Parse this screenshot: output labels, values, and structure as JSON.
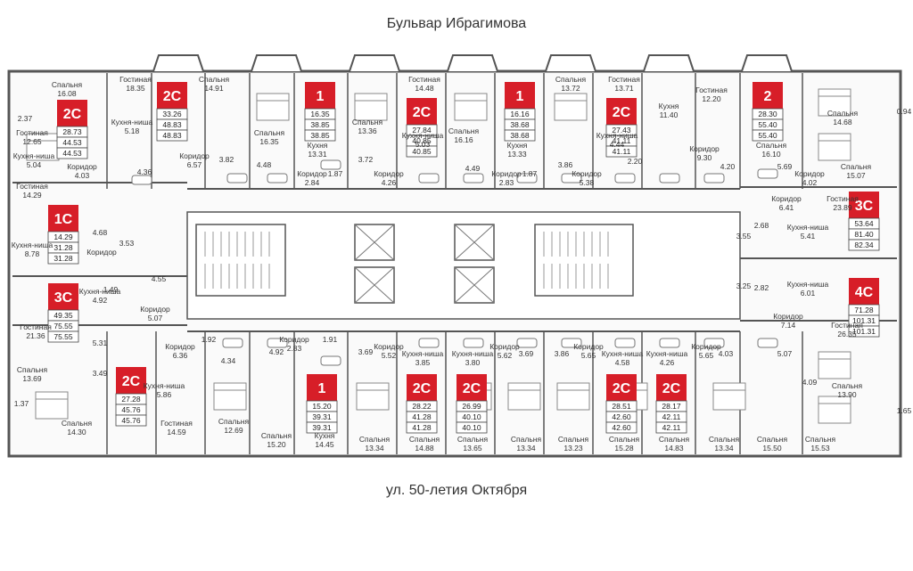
{
  "streets": {
    "top": "Бульвар Ибрагимова",
    "bottom": "ул. 50-летия Октября"
  },
  "colors": {
    "accent": "#d71e28",
    "wall": "#555555",
    "room_fill": "#f3f3f3"
  },
  "apartments": [
    {
      "type": "2С",
      "areas": [
        "28.73",
        "44.53",
        "44.53"
      ]
    },
    {
      "type": "2С",
      "areas": [
        "33.26",
        "48.83",
        "48.83"
      ]
    },
    {
      "type": "1",
      "areas": [
        "16.35",
        "38.85",
        "38.85"
      ]
    },
    {
      "type": "2С",
      "areas": [
        "27.84",
        "40.85",
        "40.85"
      ]
    },
    {
      "type": "1",
      "areas": [
        "16.16",
        "38.68",
        "38.68"
      ]
    },
    {
      "type": "2С",
      "areas": [
        "27.43",
        "41.11",
        "41.11"
      ]
    },
    {
      "type": "2",
      "areas": [
        "28.30",
        "55.40",
        "55.40"
      ]
    },
    {
      "type": "1С",
      "areas": [
        "14.29",
        "31.28",
        "31.28"
      ]
    },
    {
      "type": "3С",
      "areas": [
        "53.64",
        "81.40",
        "82.34"
      ]
    },
    {
      "type": "3С",
      "areas": [
        "49.35",
        "75.55",
        "75.55"
      ]
    },
    {
      "type": "4С",
      "areas": [
        "71.28",
        "101.31",
        "101.31"
      ]
    },
    {
      "type": "2С",
      "areas": [
        "27.28",
        "45.76",
        "45.76"
      ]
    },
    {
      "type": "1",
      "areas": [
        "15.20",
        "39.31",
        "39.31"
      ]
    },
    {
      "type": "2С",
      "areas": [
        "28.22",
        "41.28",
        "41.28"
      ]
    },
    {
      "type": "2С",
      "areas": [
        "26.99",
        "40.10",
        "40.10"
      ]
    },
    {
      "type": "2С",
      "areas": [
        "28.51",
        "42.60",
        "42.60"
      ]
    },
    {
      "type": "2С",
      "areas": [
        "28.17",
        "42.11",
        "42.11"
      ]
    }
  ],
  "rooms": [
    {
      "name": "Спальня",
      "area": "16.08"
    },
    {
      "name": "Гостиная",
      "area": "18.35"
    },
    {
      "name": "Спальня",
      "area": "14.91"
    },
    {
      "name": "Гостиная",
      "area": "14.48"
    },
    {
      "name": "Спальня",
      "area": "13.72"
    },
    {
      "name": "Гостиная",
      "area": "13.71"
    },
    {
      "name": "Гостиная",
      "area": "12.20"
    },
    {
      "name": "Кухня",
      "area": "11.40"
    },
    {
      "name": "Спальня",
      "area": "14.68"
    },
    {
      "name": "",
      "area": "2.37"
    },
    {
      "name": "Гостиная",
      "area": "12.65"
    },
    {
      "name": "Кухня-ниша",
      "area": "5.04"
    },
    {
      "name": "Кухня-ниша",
      "area": "5.18"
    },
    {
      "name": "Спальня",
      "area": "16.35"
    },
    {
      "name": "Спальня",
      "area": "13.36"
    },
    {
      "name": "Спальня",
      "area": "16.16"
    },
    {
      "name": "Кухня",
      "area": "13.31"
    },
    {
      "name": "Кухня",
      "area": "13.33"
    },
    {
      "name": "Кухня-ниша",
      "area": "5.03"
    },
    {
      "name": "Кухня-ниша",
      "area": "4.44"
    },
    {
      "name": "Спальня",
      "area": "16.10"
    },
    {
      "name": "",
      "area": "0.94"
    },
    {
      "name": "Коридор",
      "area": "4.03"
    },
    {
      "name": "",
      "area": "4.36"
    },
    {
      "name": "Коридор",
      "area": "6.57"
    },
    {
      "name": "",
      "area": "3.82"
    },
    {
      "name": "",
      "area": "4.48"
    },
    {
      "name": "Коридор",
      "area": "2.84"
    },
    {
      "name": "",
      "area": "1.87"
    },
    {
      "name": "",
      "area": "3.72"
    },
    {
      "name": "Коридор",
      "area": "4.26"
    },
    {
      "name": "",
      "area": "4.49"
    },
    {
      "name": "Коридор",
      "area": "2.83"
    },
    {
      "name": "",
      "area": "1.87"
    },
    {
      "name": "",
      "area": "3.86"
    },
    {
      "name": "Коридор",
      "area": "5.38"
    },
    {
      "name": "",
      "area": "2.20"
    },
    {
      "name": "Коридор",
      "area": "9.30"
    },
    {
      "name": "",
      "area": "4.20"
    },
    {
      "name": "",
      "area": "5.69"
    },
    {
      "name": "Коридор",
      "area": "4.02"
    },
    {
      "name": "Спальня",
      "area": "15.07"
    },
    {
      "name": "Гостиная",
      "area": "14.29"
    },
    {
      "name": "Гостиная",
      "area": "23.89"
    },
    {
      "name": "Кухня-ниша",
      "area": "8.78"
    },
    {
      "name": "",
      "area": "4.68"
    },
    {
      "name": "Коридор",
      "area": ""
    },
    {
      "name": "",
      "area": "3.53"
    },
    {
      "name": "",
      "area": "3.55"
    },
    {
      "name": "",
      "area": "2.68"
    },
    {
      "name": "Коридор",
      "area": "6.41"
    },
    {
      "name": "Кухня-ниша",
      "area": "5.41"
    },
    {
      "name": "Кухня-ниша",
      "area": "4.92"
    },
    {
      "name": "",
      "area": "1.49"
    },
    {
      "name": "",
      "area": "4.55"
    },
    {
      "name": "Коридор",
      "area": "5.07"
    },
    {
      "name": "",
      "area": "3.25"
    },
    {
      "name": "",
      "area": "2.82"
    },
    {
      "name": "Кухня-ниша",
      "area": "6.01"
    },
    {
      "name": "Коридор",
      "area": "7.14"
    },
    {
      "name": "Гостиная",
      "area": "21.36"
    },
    {
      "name": "Гостиная",
      "area": "26.35"
    },
    {
      "name": "",
      "area": "5.31"
    },
    {
      "name": "Коридор",
      "area": "6.36"
    },
    {
      "name": "",
      "area": "1.92"
    },
    {
      "name": "",
      "area": "4.34"
    },
    {
      "name": "",
      "area": "4.92"
    },
    {
      "name": "Коридор",
      "area": "2.83"
    },
    {
      "name": "",
      "area": "1.91"
    },
    {
      "name": "",
      "area": "3.69"
    },
    {
      "name": "Коридор",
      "area": "5.52"
    },
    {
      "name": "Кухня-ниша",
      "area": "3.85"
    },
    {
      "name": "Кухня-ниша",
      "area": "3.80"
    },
    {
      "name": "Коридор",
      "area": "5.62"
    },
    {
      "name": "",
      "area": "3.69"
    },
    {
      "name": "",
      "area": "3.86"
    },
    {
      "name": "Коридор",
      "area": "5.65"
    },
    {
      "name": "Кухня-ниша",
      "area": "4.58"
    },
    {
      "name": "Кухня-ниша",
      "area": "4.26"
    },
    {
      "name": "Коридор",
      "area": "5.65"
    },
    {
      "name": "",
      "area": "4.03"
    },
    {
      "name": "",
      "area": "5.07"
    },
    {
      "name": "Спальня",
      "area": "13.69"
    },
    {
      "name": "",
      "area": "3.49"
    },
    {
      "name": "Кухня-ниша",
      "area": "5.86"
    },
    {
      "name": "",
      "area": "4.09"
    },
    {
      "name": "Спальня",
      "area": "13.90"
    },
    {
      "name": "",
      "area": "1.37"
    },
    {
      "name": "",
      "area": "1.65"
    },
    {
      "name": "Спальня",
      "area": "14.30"
    },
    {
      "name": "Гостиная",
      "area": "14.59"
    },
    {
      "name": "Спальня",
      "area": "12.69"
    },
    {
      "name": "Спальня",
      "area": "15.20"
    },
    {
      "name": "Кухня",
      "area": "14.45"
    },
    {
      "name": "Спальня",
      "area": "13.34"
    },
    {
      "name": "Спальня",
      "area": "14.88"
    },
    {
      "name": "Спальня",
      "area": "13.65"
    },
    {
      "name": "Спальня",
      "area": "13.34"
    },
    {
      "name": "Спальня",
      "area": "13.23"
    },
    {
      "name": "Спальня",
      "area": "15.28"
    },
    {
      "name": "Спальня",
      "area": "14.83"
    },
    {
      "name": "Спальня",
      "area": "13.34"
    },
    {
      "name": "Спальня",
      "area": "15.50"
    },
    {
      "name": "Спальня",
      "area": "15.53"
    }
  ]
}
